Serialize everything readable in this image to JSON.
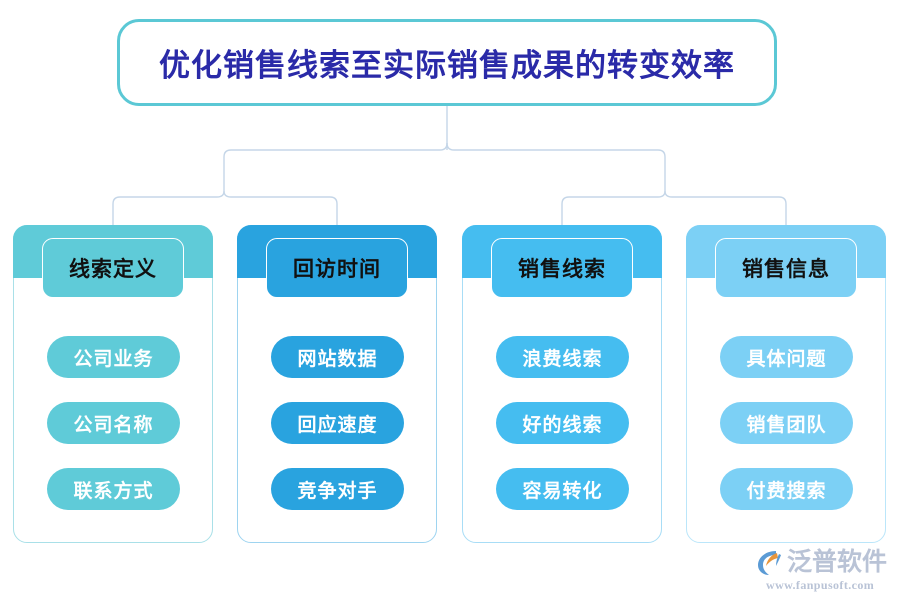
{
  "title": {
    "text": "优化销售线索至实际销售成果的转变效率",
    "border_color": "#5bc8d5",
    "text_color": "#2a2aa8"
  },
  "connector_color": "#c5d6e8",
  "columns": [
    {
      "header": "线索定义",
      "color": "#5fcbd8",
      "border_color": "#a9e0e8",
      "items": [
        "公司业务",
        "公司名称",
        "联系方式"
      ]
    },
    {
      "header": "回访时间",
      "color": "#29a3df",
      "border_color": "#9ed4f0",
      "items": [
        "网站数据",
        "回应速度",
        "竞争对手"
      ]
    },
    {
      "header": "销售线索",
      "color": "#45bdf0",
      "border_color": "#a8ddf6",
      "items": [
        "浪费线索",
        "好的线索",
        "容易转化"
      ]
    },
    {
      "header": "销售信息",
      "color": "#7cd0f5",
      "border_color": "#bbe6fa",
      "items": [
        "具体问题",
        "销售团队",
        "付费搜索"
      ]
    }
  ],
  "logo": {
    "name": "泛普软件",
    "url": "www.fanpusoft.com",
    "color": "#b9c3d6",
    "mark_primary": "#5b9bd5",
    "mark_accent": "#e8963c"
  }
}
